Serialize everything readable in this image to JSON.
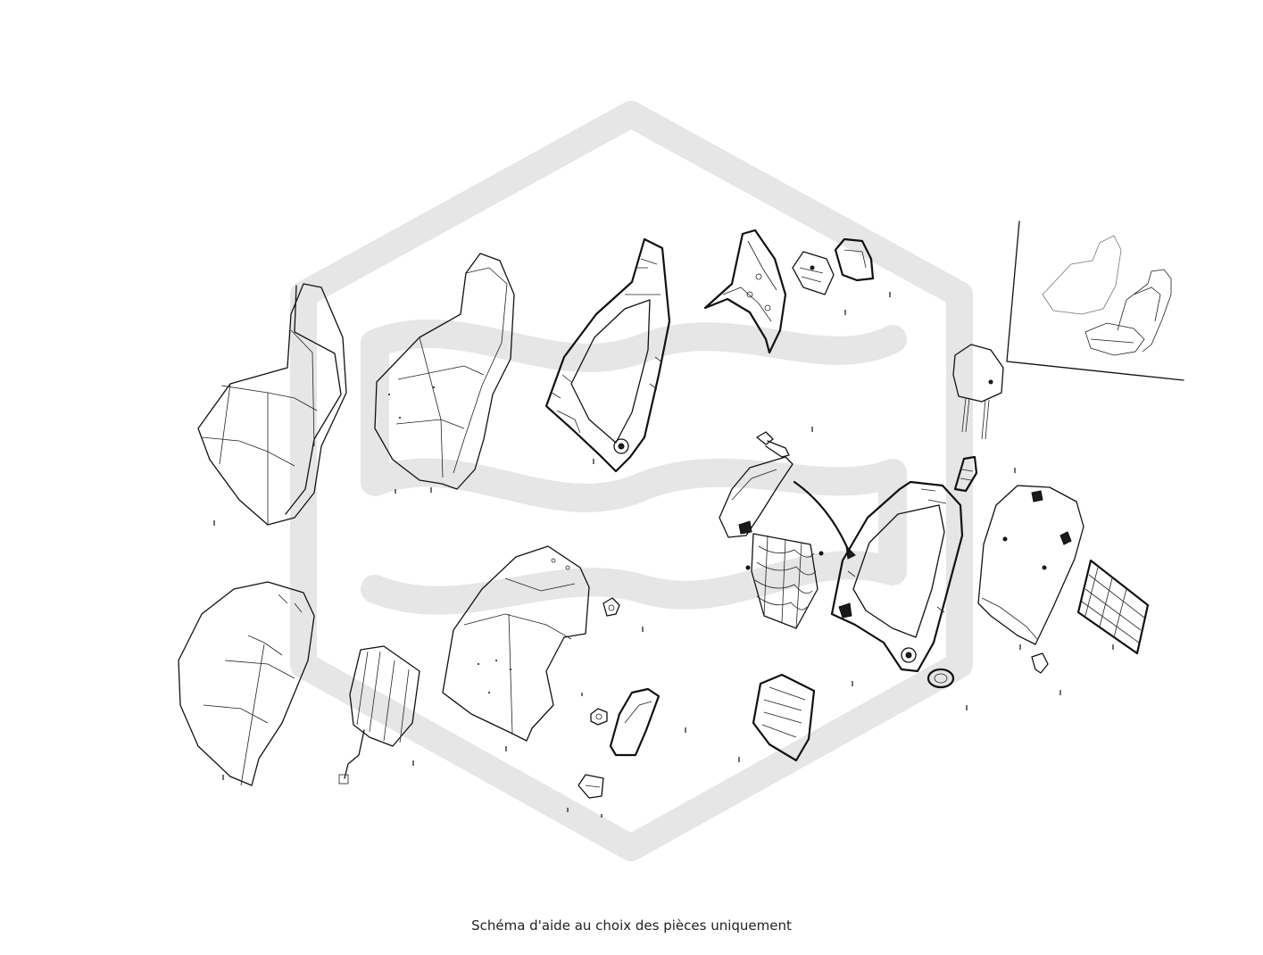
{
  "caption": "Schéma d'aide au choix des pièces uniquement",
  "watermark": {
    "color": "#e6e6e6"
  },
  "parts": [
    "seat-back-cover",
    "seat-back-foam",
    "seat-back-frame",
    "back-panel-trim",
    "switch-module",
    "lumbar-bezel",
    "headrest",
    "headrest-guide",
    "screw",
    "side-trim-cover",
    "wire-rod",
    "spring-mat",
    "seat-back-frame-assembly",
    "back-shell",
    "mesh-pocket",
    "clip",
    "seat-cushion-cover",
    "heater-mat",
    "seat-cushion-foam",
    "nut",
    "plug-connector",
    "side-airbag",
    "airbag-module",
    "adjuster-knob",
    "seat-overview-thumbnail"
  ]
}
